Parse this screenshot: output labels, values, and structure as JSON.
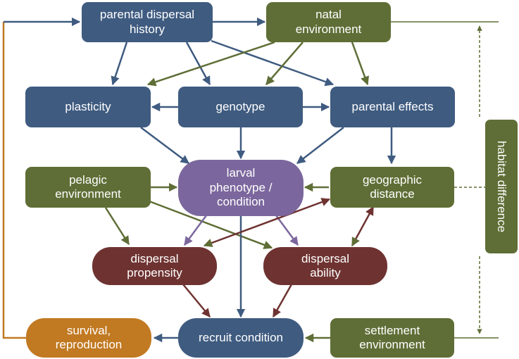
{
  "nodes": {
    "parental_dispersal_history": "parental dispersal\nhistory",
    "natal_environment": "natal\nenvironment",
    "plasticity": "plasticity",
    "genotype": "genotype",
    "parental_effects": "parental effects",
    "pelagic_environment": "pelagic\nenvironment",
    "larval_phenotype": "larval\nphenotype /\ncondition",
    "geographic_distance": "geographic\ndistance",
    "dispersal_propensity": "dispersal\npropensity",
    "dispersal_ability": "dispersal\nability",
    "survival_reproduction": "survival,\nreproduction",
    "recruit_condition": "recruit condition",
    "settlement_environment": "settlement\nenvironment",
    "habitat_difference": "habitat difference"
  },
  "colors": {
    "blue": "#3f5b80",
    "green": "#5f6e36",
    "red": "#6e3331",
    "purple": "#7b679d",
    "orange": "#c17922"
  }
}
